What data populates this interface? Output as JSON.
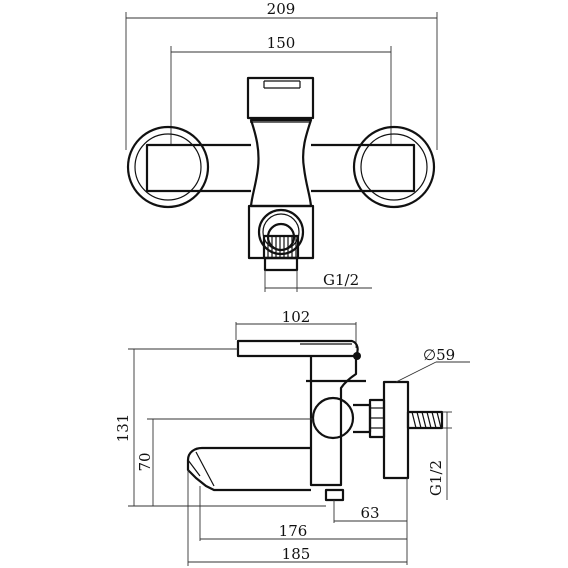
{
  "top_view": {
    "dim_overall_width": "209",
    "dim_handle_centers": "150",
    "dim_outlet_thread": "G1/2"
  },
  "side_view": {
    "dim_handle_length": "102",
    "dim_flange_diameter": "∅59",
    "dim_total_height": "131",
    "dim_spout_height": "70",
    "dim_outlet_offset": "63",
    "dim_spout_reach": "176",
    "dim_overall_depth": "185",
    "dim_inlet_thread": "G1/2"
  }
}
